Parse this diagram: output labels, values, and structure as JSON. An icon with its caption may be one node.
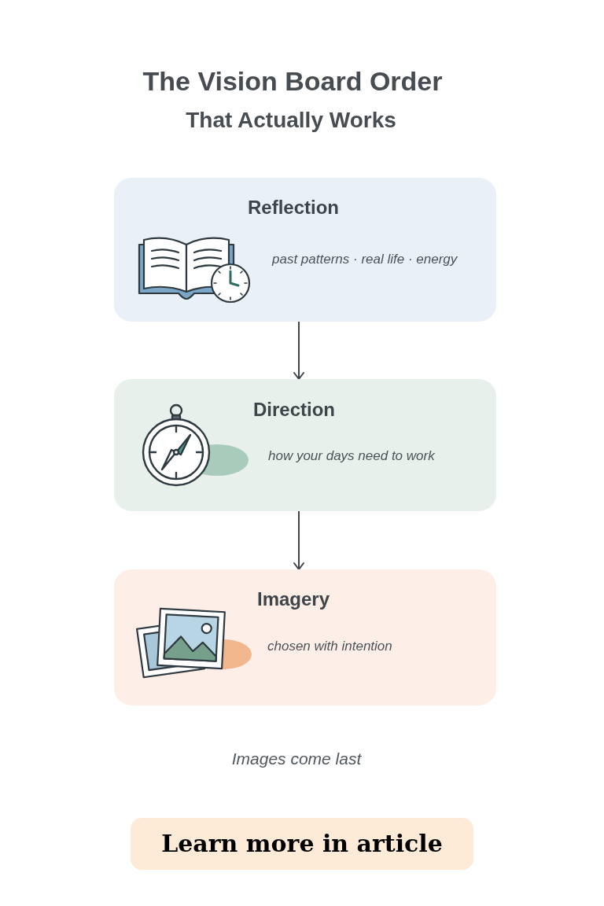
{
  "diagram": {
    "title": "The Vision Board Order",
    "nodes": [
      {
        "text": [
          "Reflection",
          "past patterns · real life · energy"
        ]
      },
      {
        "text": [
          "Direction",
          "how your days need to work"
        ]
      },
      {
        "text": [
          "Imagery",
          "chosen with intention"
        ]
      },
      {
        "text": [
          "Learn more in article"
        ]
      }
    ],
    "edges": [
      {
        "from": 0,
        "to": 1,
        "arrow": "to"
      },
      {
        "from": 1,
        "to": 2,
        "arrow": "to"
      }
    ],
    "labels": [
      "That Actually Works",
      "Images come last"
    ]
  }
}
